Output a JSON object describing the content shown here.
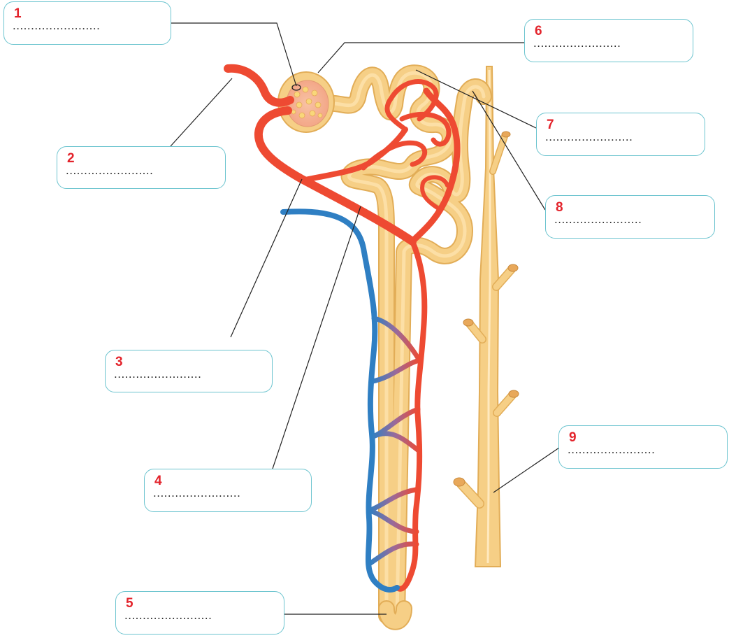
{
  "labels": [
    {
      "number": "1",
      "blank": "........................"
    },
    {
      "number": "2",
      "blank": "........................"
    },
    {
      "number": "3",
      "blank": "........................"
    },
    {
      "number": "4",
      "blank": "........................"
    },
    {
      "number": "5",
      "blank": "........................"
    },
    {
      "number": "6",
      "blank": "........................"
    },
    {
      "number": "7",
      "blank": "........................"
    },
    {
      "number": "8",
      "blank": "........................"
    },
    {
      "number": "9",
      "blank": "........................"
    }
  ],
  "colors": {
    "artery": "#ee4a32",
    "vein": "#2f7fc3",
    "tubule": "#f6cf86",
    "tubule_edge": "#e2ad57",
    "label_border": "#6cc4cf",
    "label_number": "#e3232b",
    "leader_line": "#222222"
  }
}
